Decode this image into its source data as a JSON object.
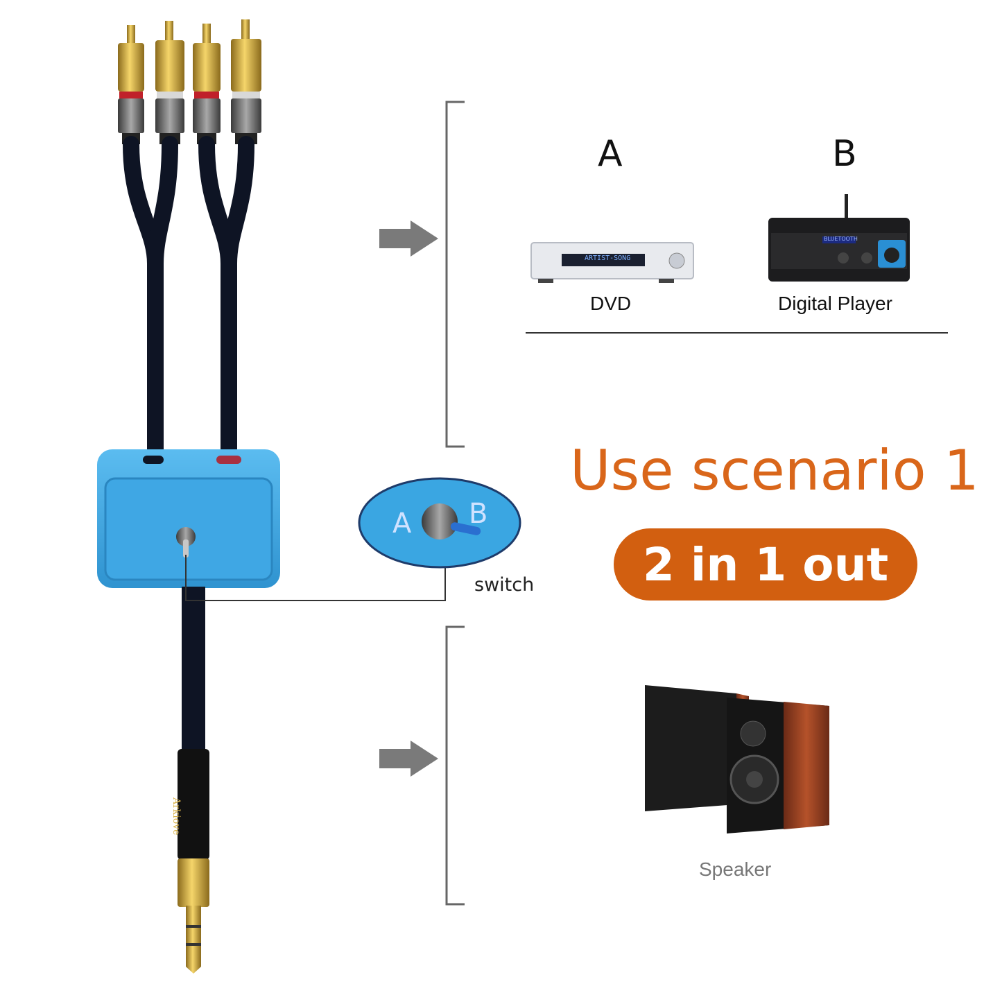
{
  "sources": {
    "a_label": "A",
    "b_label": "B",
    "a_device": "DVD",
    "b_device": "Digital Player",
    "dvd_display": "ARTIST-SONG",
    "player_display": "BLUETOOTH"
  },
  "scenario": {
    "title": "Use scenario 1",
    "subtitle": "2 in 1 out"
  },
  "switch": {
    "label": "switch",
    "pos_a": "A",
    "pos_b": "B"
  },
  "output": {
    "device": "Speaker"
  },
  "cable": {
    "brand": "Arkiove"
  },
  "colors": {
    "accent_orange": "#d9661a",
    "pill_orange": "#d25f10",
    "box_blue": "#3aa6e2",
    "cable_black": "#0e1424",
    "gold": "#e0b23c"
  },
  "icons": [
    "arrow-right-icon",
    "bracket-icon",
    "toggle-switch-icon"
  ]
}
